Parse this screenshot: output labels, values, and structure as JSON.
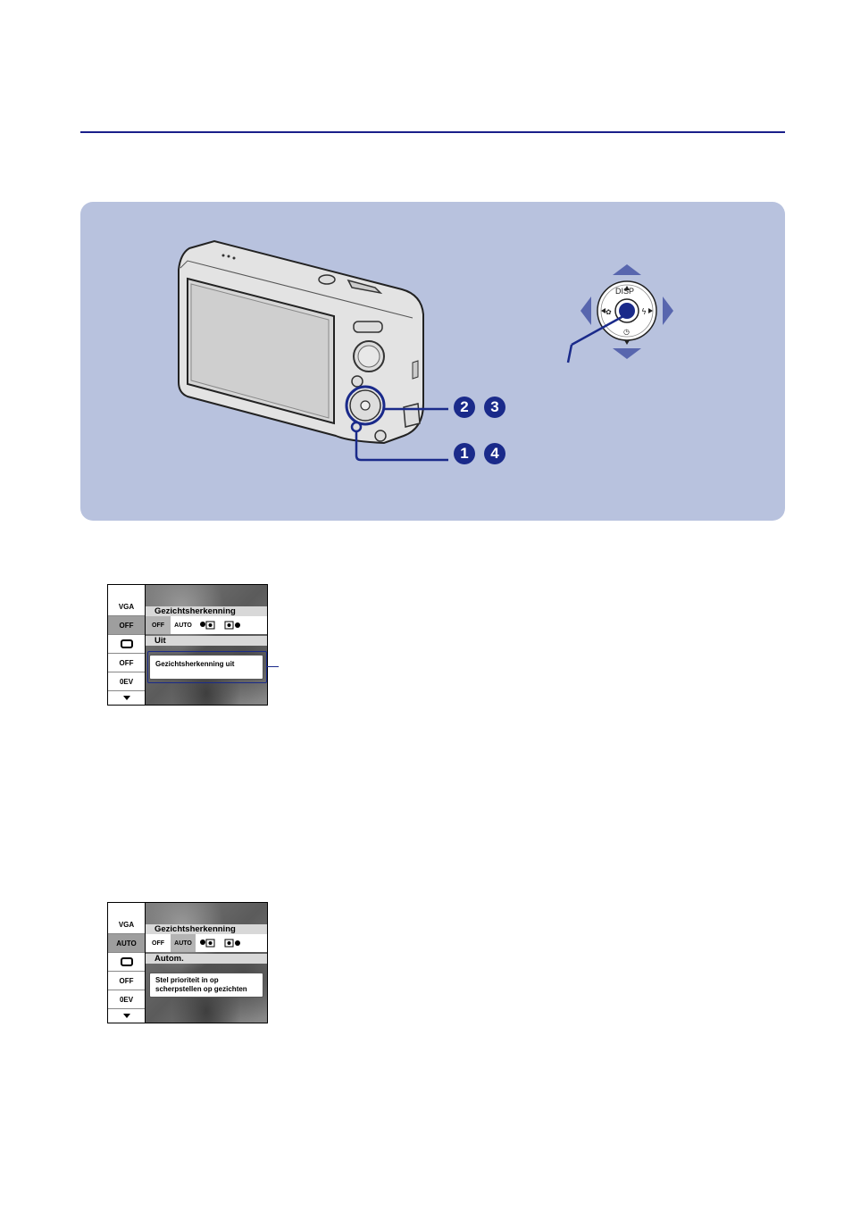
{
  "colors": {
    "accent": "#1a2a8a",
    "panel": "#b8c2de",
    "rule": "#1a1f8a"
  },
  "illustration": {
    "dpad_center_label": "DISP",
    "step_numbers_upper": [
      "2",
      "3"
    ],
    "step_numbers_lower": [
      "1",
      "4"
    ]
  },
  "screen1": {
    "title": "Gezichtsherkenning",
    "value": "Uit",
    "description": "Gezichtsherkenning uit",
    "side_items": [
      "VGA",
      "OFF",
      "",
      "OFF",
      "0EV"
    ],
    "options": [
      "OFF",
      "AUTO",
      "",
      ""
    ]
  },
  "screen2": {
    "title": "Gezichtsherkenning",
    "value": "Autom.",
    "description_line1": "Stel prioriteit in op",
    "description_line2": "scherpstellen op gezichten",
    "side_items": [
      "VGA",
      "AUTO",
      "",
      "OFF",
      "0EV"
    ],
    "options": [
      "OFF",
      "AUTO",
      "",
      ""
    ]
  }
}
